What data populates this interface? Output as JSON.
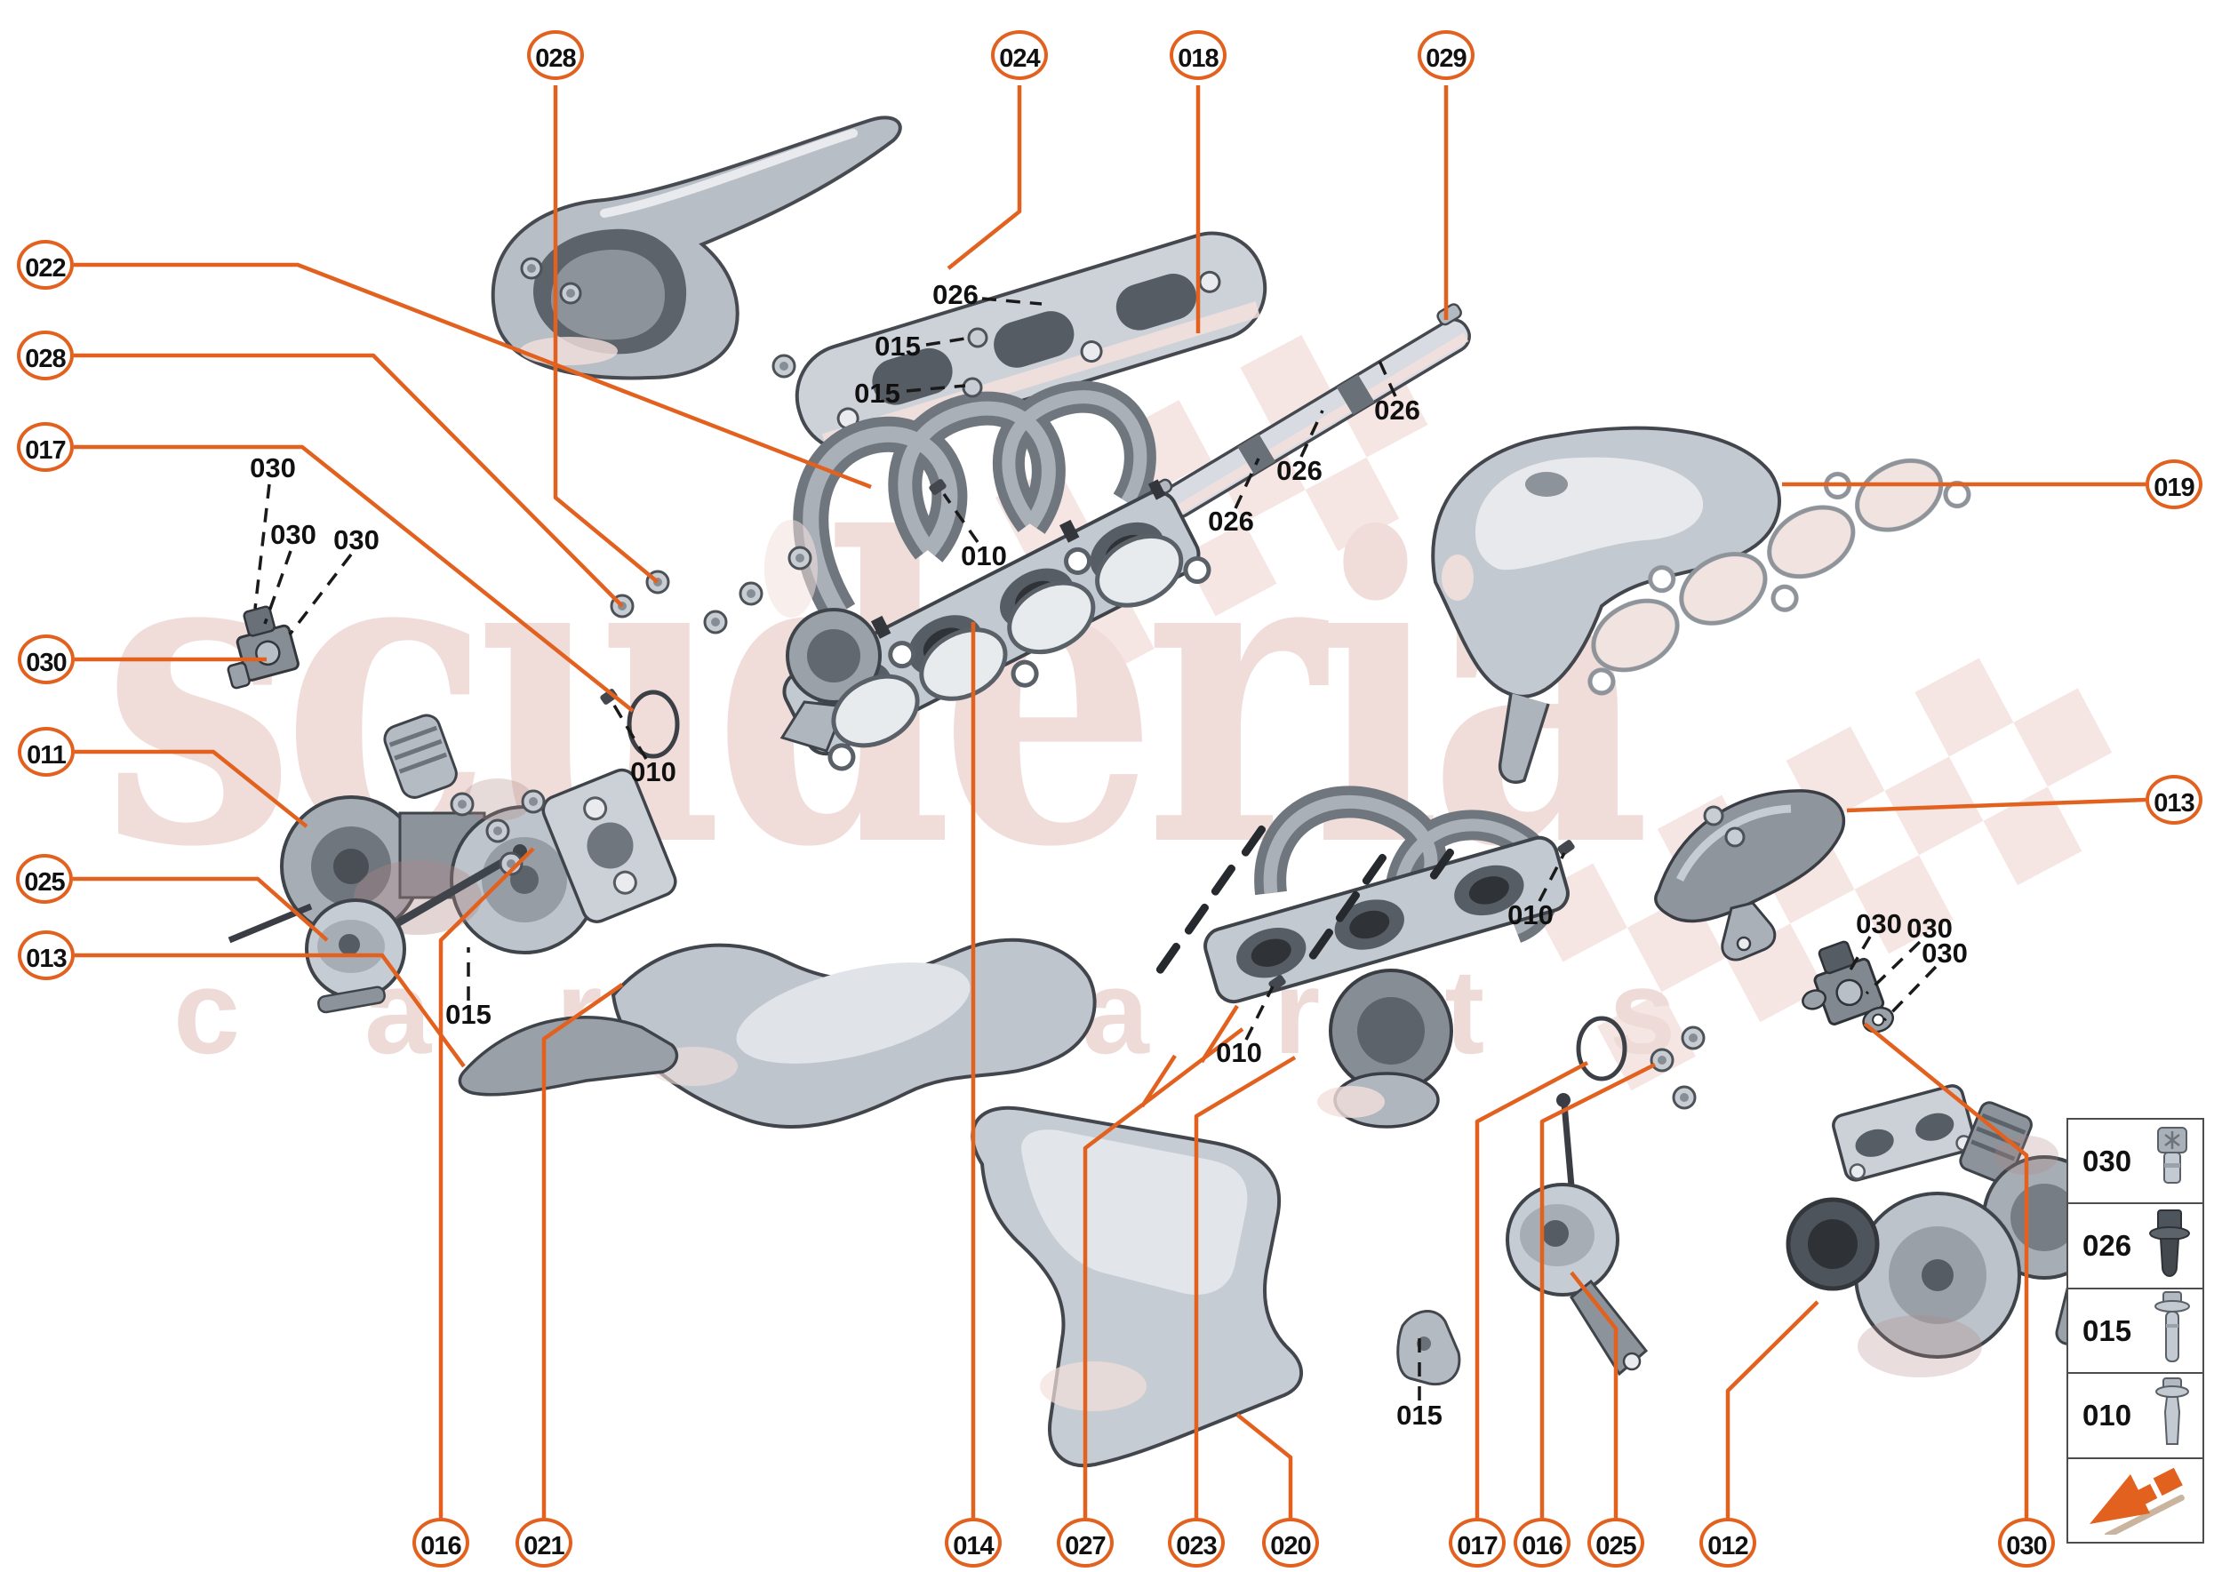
{
  "title": "Exhaust manifold and turbocharger exploded parts diagram",
  "colors": {
    "accent": "#e2611f",
    "label_text": "#111111",
    "watermark": "#f0ddd9",
    "part_gray": "#c3c9d0"
  },
  "watermark": {
    "line1": "scuderia",
    "line2": "car parts"
  },
  "callouts": {
    "top": [
      {
        "label": "028"
      },
      {
        "label": "024"
      },
      {
        "label": "018"
      },
      {
        "label": "029"
      }
    ],
    "left": [
      {
        "label": "022"
      },
      {
        "label": "028"
      },
      {
        "label": "017"
      },
      {
        "label": "030"
      },
      {
        "label": "011"
      },
      {
        "label": "025"
      },
      {
        "label": "013"
      }
    ],
    "right": [
      {
        "label": "019"
      },
      {
        "label": "013"
      }
    ],
    "bottom": [
      {
        "label": "016"
      },
      {
        "label": "021"
      },
      {
        "label": "014"
      },
      {
        "label": "027"
      },
      {
        "label": "023"
      },
      {
        "label": "020"
      },
      {
        "label": "017"
      },
      {
        "label": "016"
      },
      {
        "label": "025"
      },
      {
        "label": "012"
      },
      {
        "label": "030"
      }
    ]
  },
  "inline_labels": [
    {
      "text": "026"
    },
    {
      "text": "015"
    },
    {
      "text": "015"
    },
    {
      "text": "030"
    },
    {
      "text": "030"
    },
    {
      "text": "030"
    },
    {
      "text": "010"
    },
    {
      "text": "010"
    },
    {
      "text": "026"
    },
    {
      "text": "026"
    },
    {
      "text": "026"
    },
    {
      "text": "010"
    },
    {
      "text": "010"
    },
    {
      "text": "015"
    },
    {
      "text": "015"
    },
    {
      "text": "030"
    },
    {
      "text": "030"
    },
    {
      "text": "030"
    }
  ],
  "legend": {
    "rows": [
      {
        "label": "030",
        "icon": "socket-head-bolt"
      },
      {
        "label": "026",
        "icon": "dark-flange-bolt"
      },
      {
        "label": "015",
        "icon": "long-flange-bolt"
      },
      {
        "label": "010",
        "icon": "stud-bolt"
      }
    ],
    "logo": "orange-arrow-logo"
  }
}
